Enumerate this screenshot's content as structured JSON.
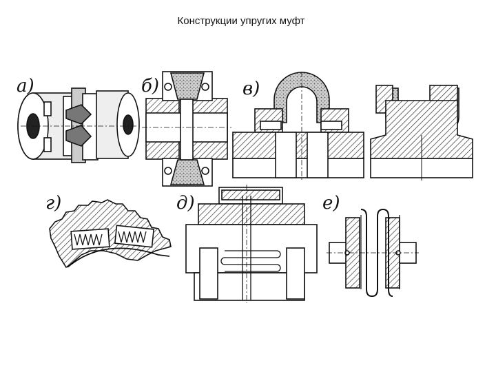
{
  "title": "Конструкции упругих муфт",
  "labels": {
    "a": "а)",
    "b": "б)",
    "v": "в)",
    "g": "г)",
    "d": "д)",
    "e": "е)"
  },
  "colors": {
    "ink": "#111111",
    "hatch": "#333333",
    "rubber": "#d9d9d9",
    "paper": "#ffffff"
  }
}
